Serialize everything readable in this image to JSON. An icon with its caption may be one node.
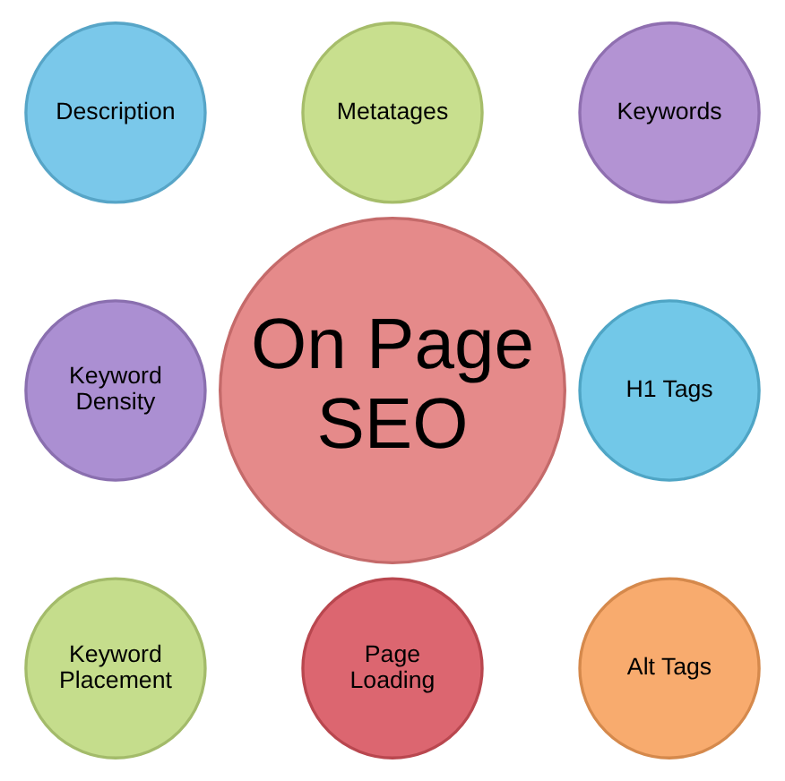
{
  "diagram": {
    "nodes": [
      {
        "text": [
          "On Page SEO"
        ]
      },
      {
        "text": [
          "Metatages"
        ]
      },
      {
        "text": [
          "Keywords"
        ]
      },
      {
        "text": [
          "H1 Tags"
        ]
      },
      {
        "text": [
          "Alt Tags"
        ]
      },
      {
        "text": [
          "Page Loading"
        ]
      },
      {
        "text": [
          "Keyword Placement"
        ]
      },
      {
        "text": [
          "Keyword Density"
        ]
      },
      {
        "text": [
          "Description"
        ]
      }
    ]
  }
}
